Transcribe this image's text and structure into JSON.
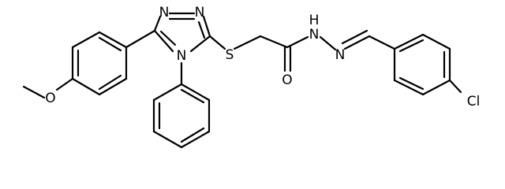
{
  "atoms": {
    "n1": "N",
    "n2": "N",
    "n4": "N",
    "s": "S",
    "nh": "N",
    "h": "H",
    "n_imine": "N",
    "o_carbonyl": "O",
    "o_methoxy": "O",
    "cl": "Cl"
  },
  "colors": {
    "bond": "#000000",
    "label": "#000000",
    "background": "#ffffff"
  }
}
